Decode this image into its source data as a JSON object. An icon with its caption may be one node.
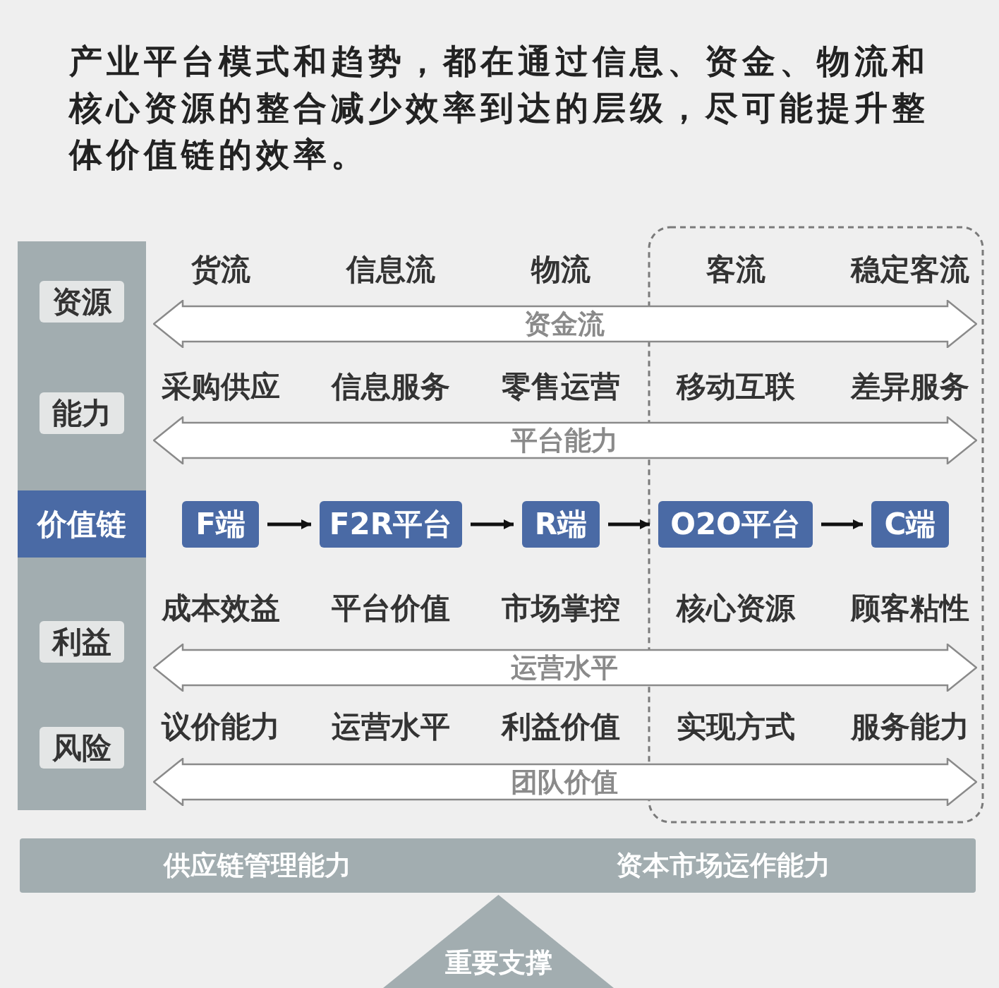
{
  "diagram": {
    "title": "产业平台模式和趋势，都在通过信息、资金、物流和核心资源的整合减少效率到达的层级，尽可能提升整体价值链的效率。",
    "nodes": [
      {
        "text": [
          "资源"
        ]
      },
      {
        "text": [
          "资金流"
        ]
      },
      {
        "text": [
          "能力"
        ]
      },
      {
        "text": [
          "平台能力"
        ]
      },
      {
        "text": [
          "价值链"
        ]
      },
      {
        "text": [
          "F端"
        ]
      },
      {
        "text": [
          "F2R平台"
        ]
      },
      {
        "text": [
          "R端"
        ]
      },
      {
        "text": [
          "O2O平台"
        ]
      },
      {
        "text": [
          "C端"
        ]
      },
      {
        "text": [
          "利益"
        ]
      },
      {
        "text": [
          "运营水平"
        ]
      },
      {
        "text": [
          "风险"
        ]
      },
      {
        "text": [
          "团队价值"
        ]
      },
      {
        "text": [
          "供应链管理能力",
          "资本市场运作能力"
        ]
      },
      {
        "text": [
          "重要支撑"
        ]
      }
    ],
    "edges": [
      {
        "from": 5,
        "to": 6,
        "arrow": "to"
      },
      {
        "from": 6,
        "to": 7,
        "arrow": "to"
      },
      {
        "from": 7,
        "to": 8,
        "arrow": "to"
      },
      {
        "from": 8,
        "to": 9,
        "arrow": "to"
      }
    ],
    "labels": [
      "货流",
      "信息流",
      "物流",
      "客流",
      "稳定客流",
      "采购供应",
      "信息服务",
      "零售运营",
      "移动互联",
      "差异服务",
      "成本效益",
      "平台价值",
      "市场掌控",
      "核心资源",
      "顾客粘性",
      "议价能力",
      "运营水平",
      "利益价值",
      "实现方式",
      "服务能力"
    ]
  }
}
